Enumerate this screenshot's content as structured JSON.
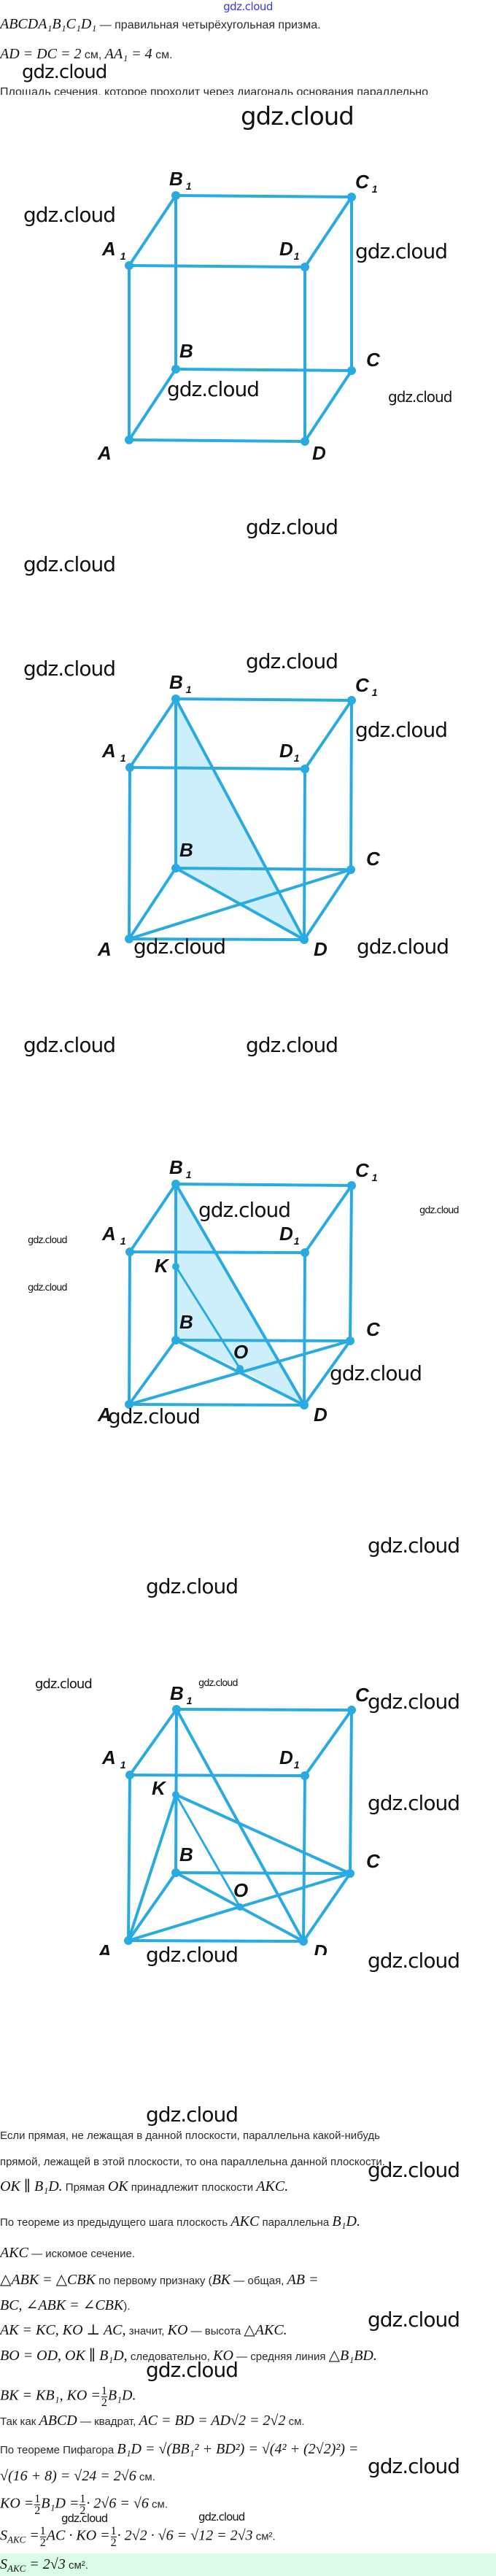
{
  "site": {
    "link_text": "gdz.cloud"
  },
  "watermark": "gdz.cloud",
  "problem": {
    "line1_math": "ABCDA₁B₁C₁D₁",
    "line1_text": " — правильная четырёхугольная призма.",
    "line2_math": "AD = DC = 2",
    "line2_unit1": " см, ",
    "line2_math2": "AA₁ = 4",
    "line2_unit2": " см.",
    "line3_text": "Площадь сечения, которое проходит через диагональ основания параллельно"
  },
  "figures": [
    {
      "id": "figure-1",
      "vertices": [
        "A",
        "B",
        "C",
        "D",
        "A1",
        "B1",
        "C1",
        "D1"
      ],
      "labels": {
        "A": "A",
        "B": "B",
        "C": "C",
        "D": "D",
        "A1": "A",
        "B1": "B",
        "C1": "C",
        "D1": "D",
        "sub": "1"
      },
      "shaded": []
    },
    {
      "id": "figure-2",
      "vertices": [
        "A",
        "B",
        "C",
        "D",
        "A1",
        "B1",
        "C1",
        "D1"
      ],
      "labels": {
        "A": "A",
        "B": "B",
        "C": "C",
        "D": "D",
        "A1": "A",
        "B1": "B",
        "C1": "C",
        "D1": "D",
        "sub": "1"
      },
      "extra_segments": [
        "AC",
        "BD",
        "B1D"
      ],
      "shaded": [
        "B1",
        "B",
        "D"
      ]
    },
    {
      "id": "figure-3",
      "vertices": [
        "A",
        "B",
        "C",
        "D",
        "A1",
        "B1",
        "C1",
        "D1",
        "K",
        "O"
      ],
      "labels": {
        "A": "A",
        "B": "B",
        "C": "C",
        "D": "D",
        "A1": "A",
        "B1": "B",
        "C1": "C",
        "D1": "D",
        "K": "K",
        "O": "O",
        "sub": "1"
      },
      "extra_segments": [
        "AC",
        "BD",
        "B1D",
        "KO"
      ],
      "shaded": [
        "B1",
        "B",
        "D"
      ]
    },
    {
      "id": "figure-4",
      "vertices": [
        "A",
        "B",
        "C",
        "D",
        "A1",
        "B1",
        "C1",
        "D1",
        "K",
        "O"
      ],
      "labels": {
        "A": "A",
        "B": "B",
        "C": "C",
        "D": "D",
        "A1": "A",
        "B1": "B",
        "C1": "C",
        "D1": "D",
        "K": "K",
        "O": "O",
        "sub": "1"
      },
      "extra_segments": [
        "AC",
        "BD",
        "B1D",
        "KO",
        "AK",
        "KC"
      ],
      "shaded": []
    }
  ],
  "solution": {
    "s1": "Если прямая, не лежащая в данной плоскости, параллельна какой-нибудь",
    "s2": "прямой, лежащей в этой плоскости, то она параллельна данной плоскости.",
    "s3_m1": "OK ∥ B₁D.",
    "s3_t1": " Прямая ",
    "s3_m2": "OK",
    "s3_t2": " принадлежит плоскости ",
    "s3_m3": "AKC.",
    "s4_t1": "По теореме из предыдущего шага плоскость ",
    "s4_m1": "AKC",
    "s4_t2": " параллельна ",
    "s4_m2": "B₁D.",
    "s5_m": "AKC",
    "s5_t": " — искомое сечение.",
    "s6_m1": "△ABK = △CBK",
    "s6_t1": " по первому признаку (",
    "s6_m2": "BK",
    "s6_t2": " — общая, ",
    "s6_m3": "AB =",
    "s7_m": "BC, ∠ABK = ∠CBK",
    "s7_t": ").",
    "s8_m1": "AK = KC, KO ⊥ AC,",
    "s8_t1": " значит, ",
    "s8_m2": "KO",
    "s8_t2": " — высота ",
    "s8_m3": "△AKC.",
    "s9_m1": "BO = OD, OK ∥ B₁D,",
    "s9_t1": " следовательно, ",
    "s9_m2": "KO",
    "s9_t2": " — средняя линия ",
    "s9_m3": "△B₁BD.",
    "s10_m1": "BK = KB₁, KO =",
    "s10_num": "1",
    "s10_den": "2",
    "s10_m2": "B₁D.",
    "s11_t1": "Так как ",
    "s11_m1": "ABCD",
    "s11_t2": " — квадрат, ",
    "s11_m2": "AC = BD = AD√2 = 2√2",
    "s11_t3": " см.",
    "s12_t1": "По теореме Пифагора ",
    "s12_m1": "B₁D = √(BB₁² + BD²) = √(4² + (2√2)²) =",
    "s13_m": "√(16 + 8) = √24 = 2√6",
    "s13_t": " см.",
    "s14_m1": "KO =",
    "s14_num1": "1",
    "s14_den1": "2",
    "s14_m2": "B₁D =",
    "s14_num2": "1",
    "s14_den2": "2",
    "s14_m3": "· 2√6 = √6",
    "s14_t": " см.",
    "s15_m1": "S",
    "s15_sub": "AKC",
    "s15_m2": " =",
    "s15_num1": "1",
    "s15_den1": "2",
    "s15_m3": "AC · KO =",
    "s15_num2": "1",
    "s15_den2": "2",
    "s15_m4": "· 2√2 · √6 = √12 = 2√3",
    "s15_t": " см².",
    "answer_m1": "S",
    "answer_sub": "AKC",
    "answer_m2": " = 2√3",
    "answer_t": " см²."
  },
  "colors": {
    "line": "#29abe2",
    "fill": "#cdeefb",
    "answer_bg": "#dcfbe9",
    "link": "#3a3adf"
  }
}
